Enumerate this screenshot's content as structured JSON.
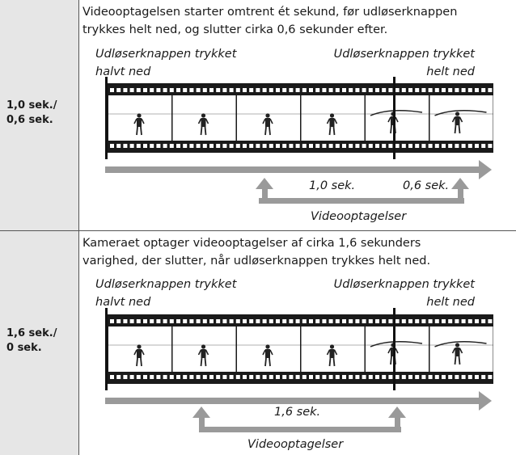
{
  "rows": [
    {
      "label_line1": "1,0 sek./",
      "label_line2": "0,6 sek.",
      "description_line1": "Videooptagelsen starter omtrent ét sekund, før udløserknappen",
      "description_line2": "trykkes helt ned, og slutter cirka 0,6 sekunder efter.",
      "half_press_line1": "Udløserknappen trykket",
      "half_press_line2": "halvt ned",
      "full_press_line1": "Udløserknappen trykket",
      "full_press_line2": "helt ned",
      "before_duration": "1,0 sek.",
      "after_duration": "0,6 sek.",
      "recordings_label": "Videooptagelser"
    },
    {
      "label_line1": "1,6 sek./",
      "label_line2": "0 sek.",
      "description_line1": "Kameraet optager videooptagelser af cirka 1,6 sekunders",
      "description_line2": "varighed, der slutter, når udløserknappen trykkes helt ned.",
      "half_press_line1": "Udløserknappen trykket",
      "half_press_line2": "halvt ned",
      "full_press_line1": "Udløserknappen trykket",
      "full_press_line2": "helt ned",
      "before_duration": "1,6 sek.",
      "recordings_label": "Videooptagelser"
    }
  ],
  "colors": {
    "label_background": "#e6e6e6",
    "timeline_arrow": "#9a9a9a",
    "film_strip": "#1a1a1a"
  },
  "icons": [
    "film-strip-icon",
    "runner-icon",
    "finish-line-icon",
    "timeline-arrow-icon"
  ]
}
